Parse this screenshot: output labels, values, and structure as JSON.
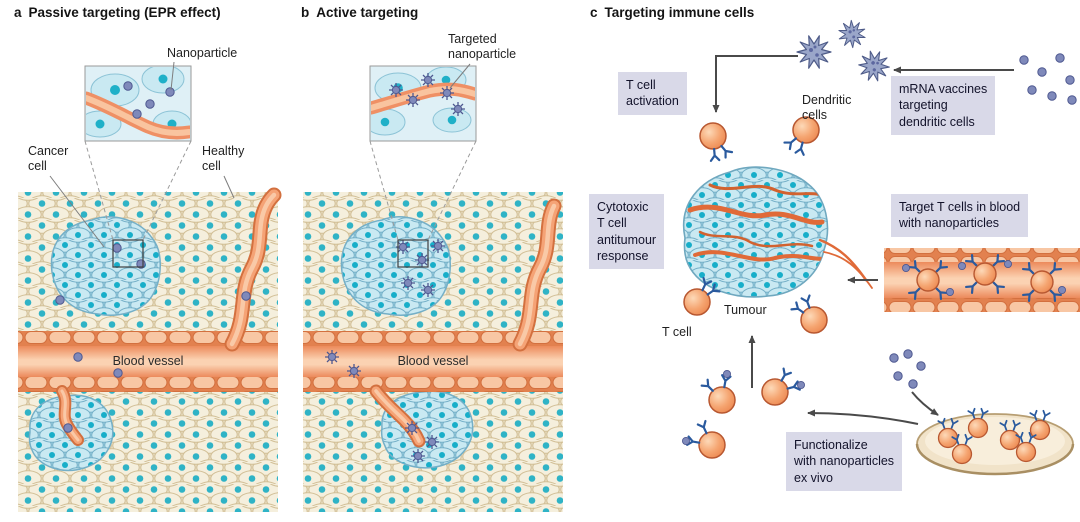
{
  "panel_a": {
    "letter": "a",
    "title": "Passive targeting (EPR effect)",
    "nanoparticle_label": "Nanoparticle",
    "cancer_cell_label": "Cancer\ncell",
    "healthy_cell_label": "Healthy\ncell",
    "blood_vessel_label": "Blood vessel"
  },
  "panel_b": {
    "letter": "b",
    "title": "Active targeting",
    "targeted_nanoparticle_label": "Targeted\nnanoparticle",
    "blood_vessel_label": "Blood vessel"
  },
  "panel_c": {
    "letter": "c",
    "title": "Targeting immune cells",
    "t_cell_activation_label": "T cell\nactivation",
    "dendritic_cells_label": "Dendritic\ncells",
    "mrna_vaccines_label": "mRNA vaccines\ntargeting\ndendritic cells",
    "cytotoxic_label": "Cytotoxic\nT cell\nantitumour\nresponse",
    "t_cell_label": "T cell",
    "tumour_label": "Tumour",
    "target_t_cells_label": "Target T cells in blood\nwith nanoparticles",
    "functionalize_label": "Functionalize\nwith nanoparticles\nex vivo"
  },
  "colors": {
    "vessel_orange": "#ef9065",
    "vessel_light": "#f9c8a6",
    "vessel_outline": "#d3703f",
    "tumour_cell_fill": "#c9e9f2",
    "tumour_cell_outline": "#74afc7",
    "healthy_cell_fill": "#f5efdd",
    "healthy_cell_outline": "#d2bf96",
    "cell_nucleus_teal": "#2fb3c6",
    "nanoparticle_purple": "#7f89ba",
    "t_cell_orange": "#f5a571",
    "receptor_blue": "#2a5a9e",
    "dendritic_cell_blue": "#9aa6c9",
    "label_box_bg": "#d9d9e8",
    "arrow_gray": "#4a4a4a"
  }
}
